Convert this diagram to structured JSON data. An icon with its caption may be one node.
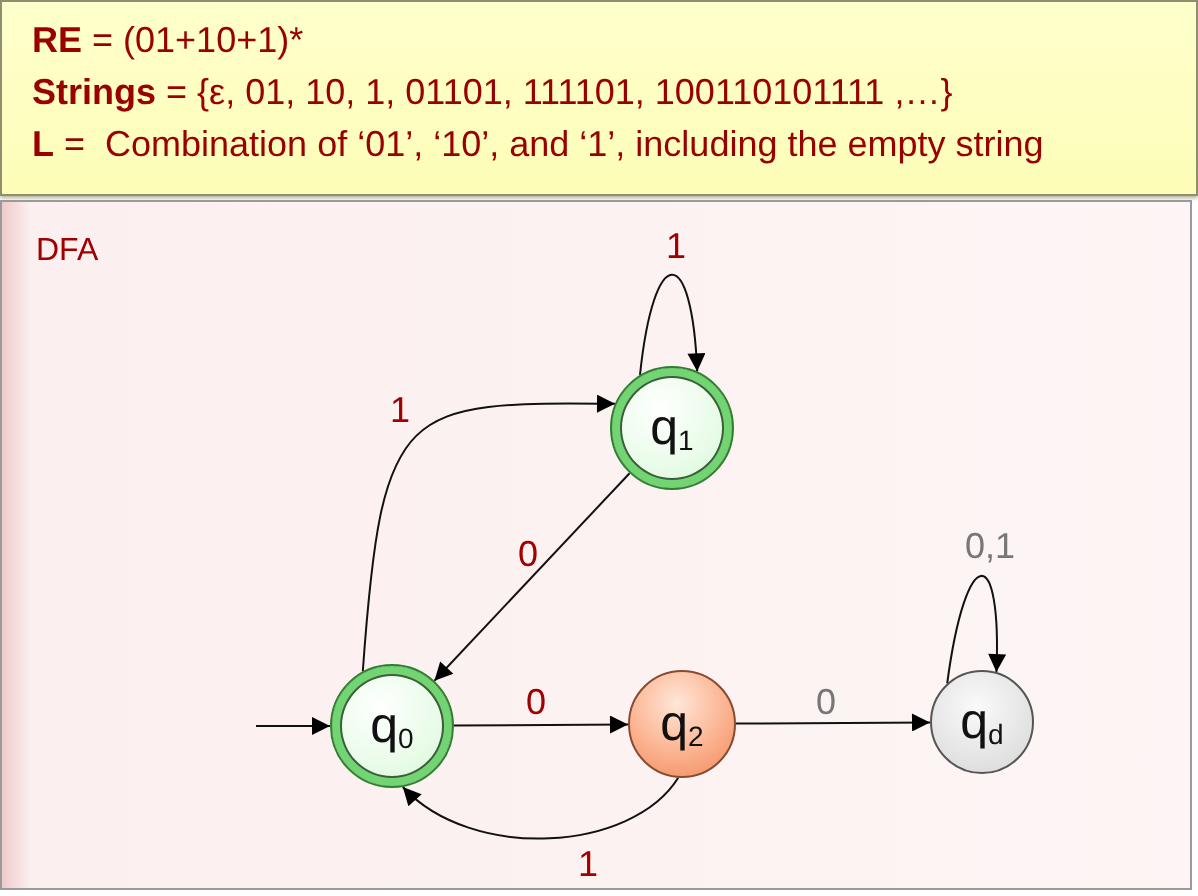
{
  "diagram": {
    "nodes": [
      {
        "text": [
          "**RE** = (01+10+1)*",
          "**Strings** = {ε, 01, 10, 1, 01101, 111101, 100110101111 ,…}",
          "**L** =  Combination of ‘01’, ‘10’, and ‘1’, including the empty string"
        ]
      },
      {
        "text": [
          "DFA"
        ]
      },
      {
        "text": [
          "q$_{0}$"
        ],
        "in": 1
      },
      {
        "text": [
          "q$_{1}$"
        ],
        "in": 1
      },
      {
        "text": [
          "q$_{2}$"
        ],
        "in": 1
      },
      {
        "text": [
          "q$_{d}$"
        ],
        "in": 1
      }
    ],
    "edges": [
      {
        "from": null,
        "to": 2,
        "arrow": "to"
      },
      {
        "from": 2,
        "to": 3,
        "arrow": "to",
        "label": "1"
      },
      {
        "from": 3,
        "to": 3,
        "arrow": "to",
        "label": "1"
      },
      {
        "from": 3,
        "to": 2,
        "arrow": "to",
        "label": "0"
      },
      {
        "from": 2,
        "to": 4,
        "arrow": "to",
        "label": "0"
      },
      {
        "from": 4,
        "to": 2,
        "arrow": "to",
        "label": "1"
      },
      {
        "from": 4,
        "to": 5,
        "arrow": "to",
        "label": "0"
      },
      {
        "from": 5,
        "to": 5,
        "arrow": "to",
        "label": "0,1"
      }
    ]
  }
}
